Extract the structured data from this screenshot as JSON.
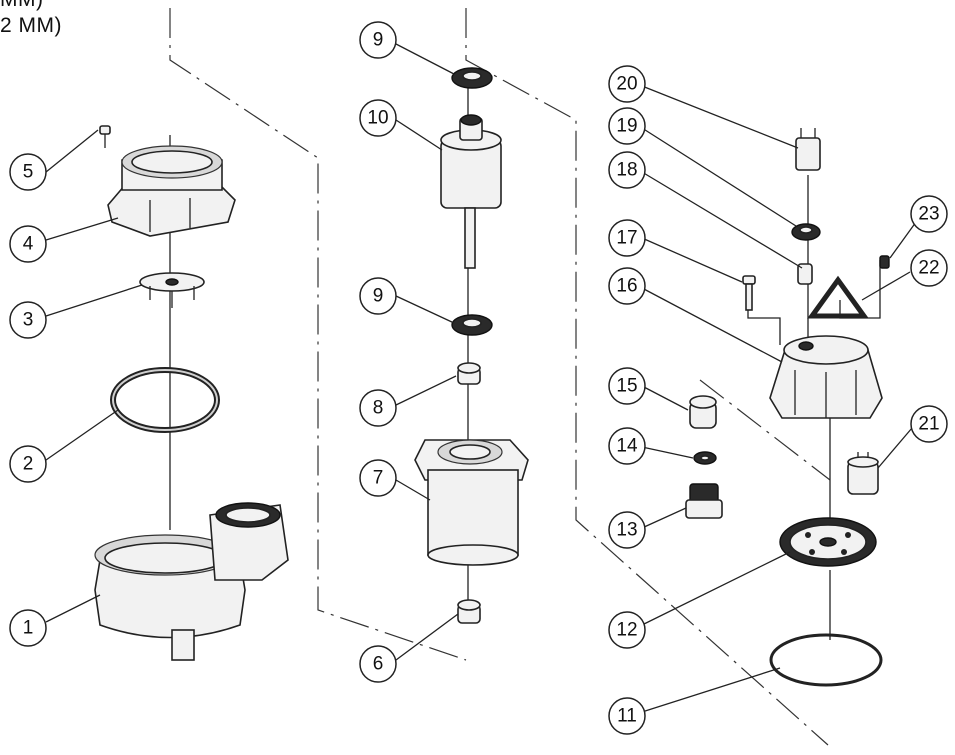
{
  "header_text": {
    "line1": "MM)",
    "line2": "2 MM)"
  },
  "callouts": [
    "1",
    "2",
    "3",
    "4",
    "5",
    "6",
    "7",
    "8",
    "9",
    "10",
    "11",
    "12",
    "13",
    "14",
    "15",
    "16",
    "17",
    "18",
    "19",
    "20",
    "21",
    "22",
    "23"
  ],
  "callout_nine_lower": "9"
}
